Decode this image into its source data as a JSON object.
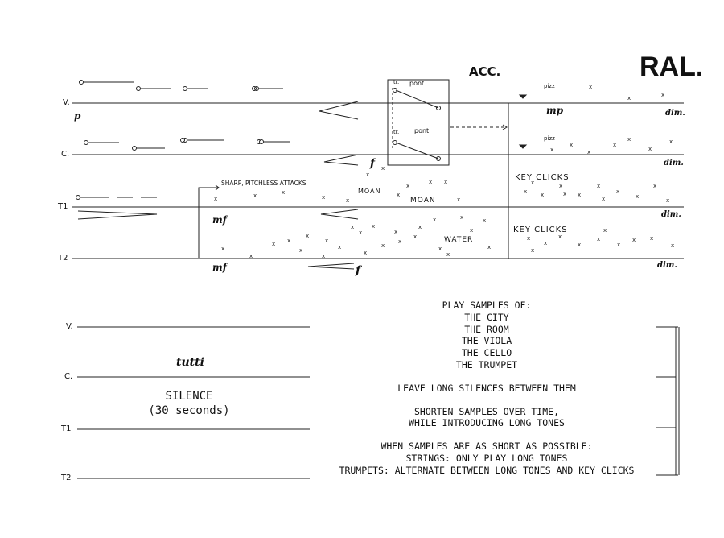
{
  "tempo": {
    "acc": "ACC.",
    "ral": "RAL."
  },
  "staves_top": {
    "labels": [
      "V.",
      "C.",
      "T1",
      "T2"
    ],
    "dynamics": {
      "p": "p",
      "f1": "f",
      "mf1": "mf",
      "mf2": "mf",
      "f2": "f",
      "mp": "mp"
    },
    "dim": "dim."
  },
  "annotations": {
    "pont1": "pont",
    "pont2": "pont.",
    "pizz": "pizz",
    "sharp_attacks": "SHARP, PITCHLESS ATTACKS",
    "moan1": "MOAN",
    "moan2": "MOAN",
    "water": "WATER",
    "key_clicks": "KEY CLICKS",
    "tr": "tr."
  },
  "staves_bottom": {
    "labels": [
      "V.",
      "C.",
      "T1",
      "T2"
    ],
    "tutti": "tutti",
    "silence": "SILENCE",
    "duration": "(30 seconds)"
  },
  "instructions": {
    "play_samples": "PLAY SAMPLES OF:",
    "items": [
      "THE CITY",
      "THE ROOM",
      "THE VIOLA",
      "THE CELLO",
      "THE TRUMPET"
    ],
    "leave": "LEAVE LONG SILENCES BETWEEN THEM",
    "shorten1": "SHORTEN SAMPLES OVER TIME,",
    "shorten2": "WHILE INTRODUCING LONG TONES",
    "when": "WHEN SAMPLES ARE AS SHORT AS POSSIBLE:",
    "strings": "STRINGS: ONLY PLAY LONG TONES",
    "trumpets": "TRUMPETS: ALTERNATE BETWEEN LONG TONES AND KEY CLICKS"
  }
}
